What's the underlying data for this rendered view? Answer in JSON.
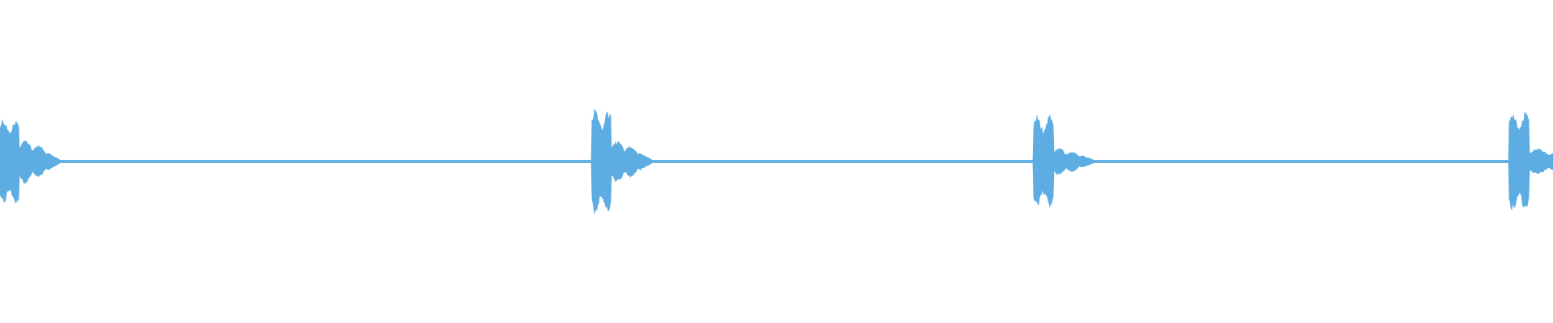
{
  "waveform": {
    "color": "#5dade2",
    "background": "#ffffff",
    "duration_s": 16,
    "bursts": [
      {
        "start_s": 0.0,
        "attack_amp": 0.54,
        "decay_amp": 0.38,
        "attack_len_s": 0.2,
        "decay_len_s": 0.3
      },
      {
        "start_s": 6.1,
        "attack_amp": 0.65,
        "decay_amp": 0.36,
        "attack_len_s": 0.2,
        "decay_len_s": 0.3
      },
      {
        "start_s": 10.65,
        "attack_amp": 0.58,
        "decay_amp": 0.24,
        "attack_len_s": 0.2,
        "decay_len_s": 0.3
      },
      {
        "start_s": 15.55,
        "attack_amp": 0.62,
        "decay_amp": 0.22,
        "attack_len_s": 0.2,
        "decay_len_s": 0.45
      }
    ],
    "noise_floor_amp": 0.015
  }
}
